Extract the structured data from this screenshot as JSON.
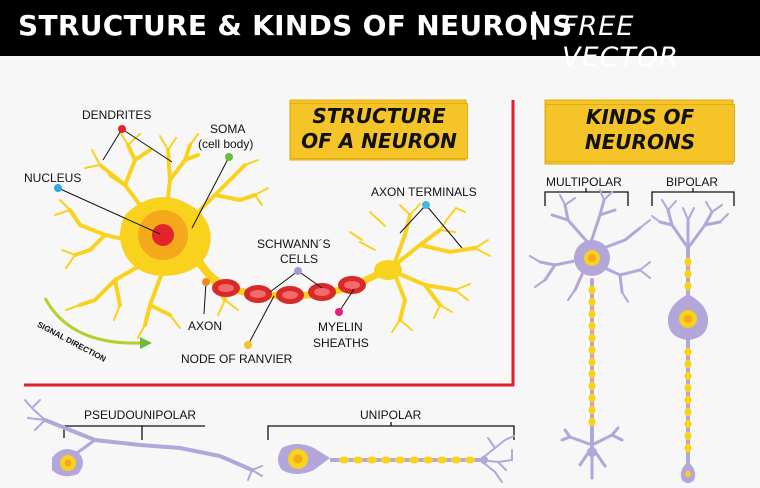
{
  "header": {
    "title": "STRUCTURE & KINDS OF NEURONS",
    "separator": "|",
    "subtitle": "FREE VECTOR"
  },
  "structure_box": {
    "line1": "STRUCTURE",
    "line2": "OF A NEURON"
  },
  "kinds_box": {
    "line1": "KINDS OF",
    "line2": "NEURONS"
  },
  "structure_labels": {
    "dendrites": "DENDRITES",
    "soma": "SOMA",
    "soma_sub": "(cell body)",
    "nucleus": "NUCLEUS",
    "axon_terminals": "AXON TERMINALS",
    "schwann_1": "SCHWANN´S",
    "schwann_2": "CELLS",
    "axon": "AXON",
    "myelin_1": "MYELIN",
    "myelin_2": "SHEATHS",
    "node": "NODE OF RANVIER",
    "signal": "SIGNAL DIRECTION"
  },
  "kinds_labels": {
    "multipolar": "MULTIPOLAR",
    "bipolar": "BIPOLAR",
    "pseudounipolar": "PSEUDOUNIPOLAR",
    "unipolar": "UNIPOLAR"
  },
  "colors": {
    "header_bg": "#000000",
    "box_yellow": "#f4c428",
    "neuron_yellow": "#f9d21e",
    "soma_orange": "#f4a81c",
    "nucleus_red": "#e3242b",
    "myelin_red": "#d92a2a",
    "lavender": "#b3a6d9",
    "divider_red": "#e0202a"
  }
}
